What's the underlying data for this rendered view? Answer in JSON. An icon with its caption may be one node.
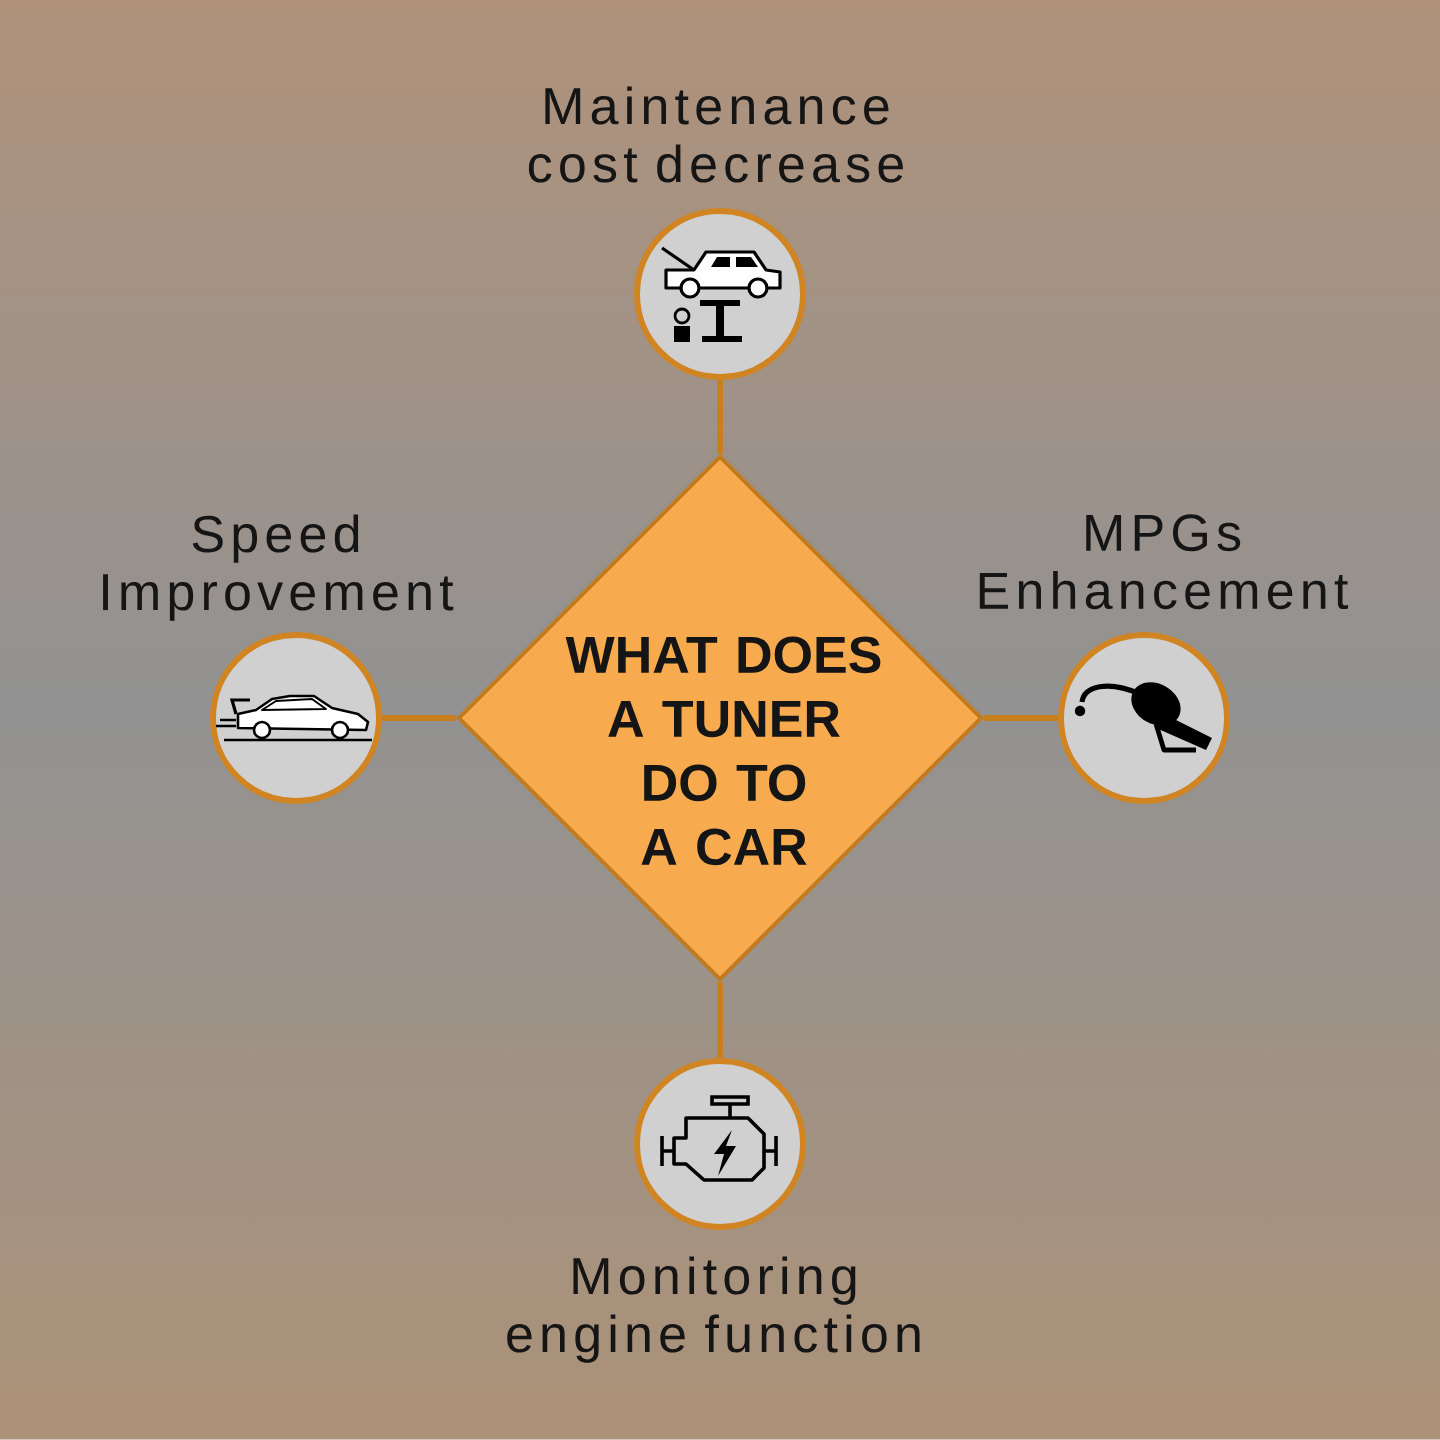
{
  "diagram": {
    "nodes": [
      {
        "text": [
          "WHAT DOES A TUNER DO TO A CAR"
        ]
      },
      {
        "text": [
          "Maintenance cost decrease"
        ]
      },
      {
        "text": [
          "Speed Improvement"
        ]
      },
      {
        "text": [
          "MPGs Enhancement"
        ]
      },
      {
        "text": [
          "Monitoring engine function"
        ]
      }
    ],
    "edges": [
      {
        "from": 0,
        "to": 1,
        "arrow": "none"
      },
      {
        "from": 0,
        "to": 2,
        "arrow": "none"
      },
      {
        "from": 0,
        "to": 3,
        "arrow": "none"
      },
      {
        "from": 0,
        "to": 4,
        "arrow": "none"
      }
    ]
  }
}
